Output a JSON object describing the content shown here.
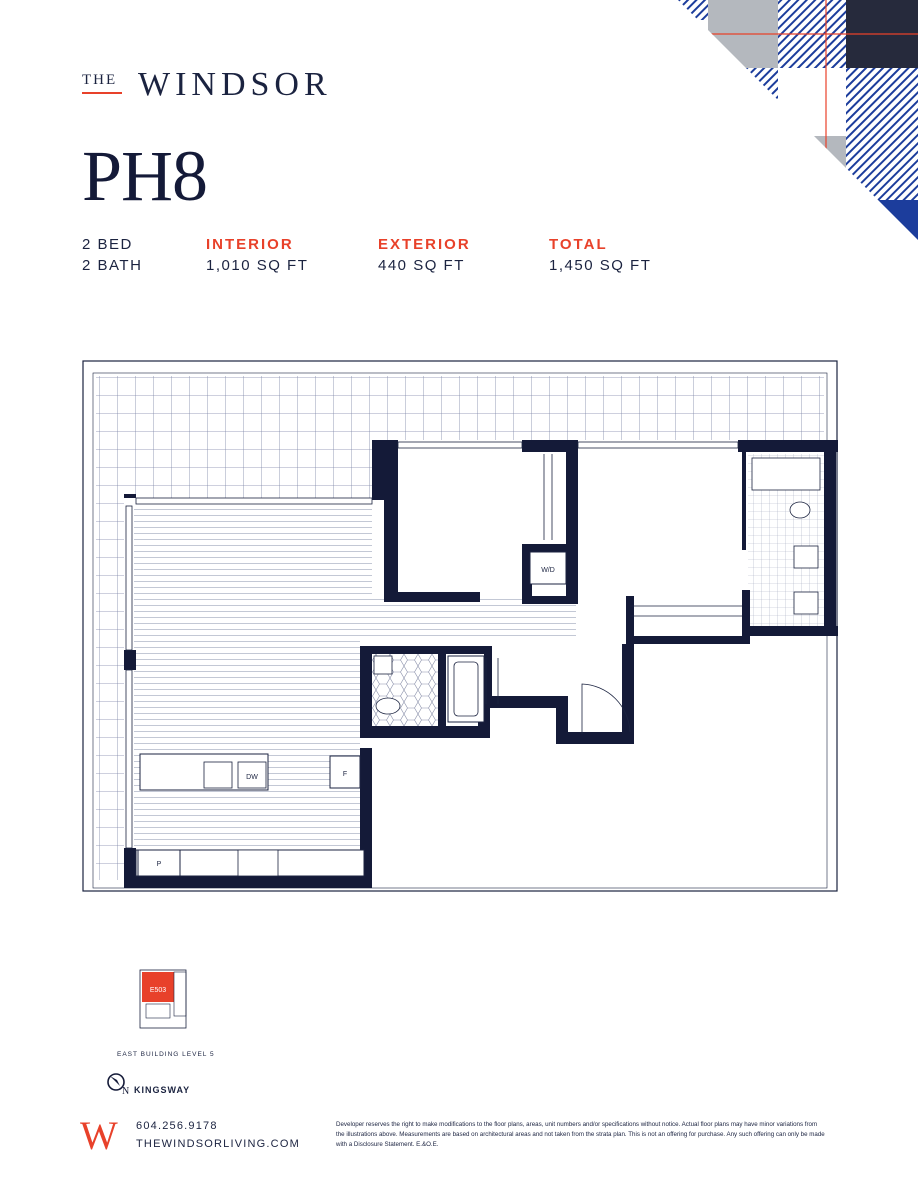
{
  "brand": {
    "the": "THE",
    "name": "WINDSOR",
    "monogram": "W"
  },
  "unit": {
    "name": "PH8",
    "beds": "2 BED",
    "baths": "2 BATH"
  },
  "areas": [
    {
      "label": "INTERIOR",
      "value": "1,010 SQ FT"
    },
    {
      "label": "EXTERIOR",
      "value": "440 SQ FT"
    },
    {
      "label": "TOTAL",
      "value": "1,450 SQ FT"
    }
  ],
  "plan_labels": {
    "washer_dryer": "W/D",
    "dishwasher": "DW",
    "fridge": "F",
    "pantry": "P"
  },
  "keyplan": {
    "unit_code": "E503",
    "level": "EAST BUILDING LEVEL 5"
  },
  "compass": {
    "north": "N",
    "street": "KINGSWAY"
  },
  "contact": {
    "phone": "604.256.9178",
    "website": "THEWINDSORLIVING.COM"
  },
  "disclaimer": "Developer reserves the right to make modifications to the floor plans, areas, unit numbers and/or specifications without notice. Actual floor plans may have minor variations from the illustrations above. Measurements are based on architectural areas and not taken from the strata plan. This is not an offering for purchase. Any such offering can only be made with a Disclosure Statement. E.&O.E.",
  "colors": {
    "navy": "#141a38",
    "accent_red": "#e8412a",
    "blue": "#1c3d9c"
  }
}
